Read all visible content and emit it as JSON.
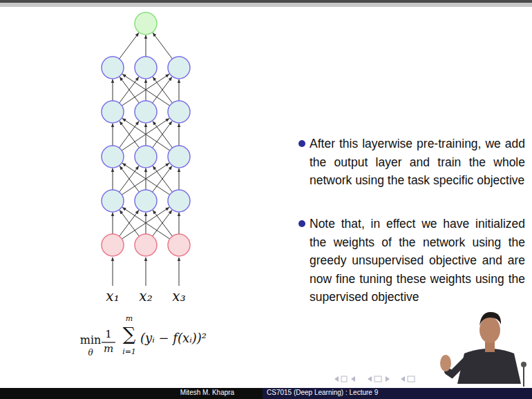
{
  "diagram": {
    "labels": [
      "x₁",
      "x₂",
      "x₃",
      "min",
      "θ",
      "1",
      "m",
      "∑",
      "m",
      "i=1",
      "(yᵢ − f(xᵢ))²",
      "After this layerwise pre-training, we add the output layer and train the whole network using the task specific objective",
      "Note that, in effect we have initialized the weights of the network using the greedy unsupervised objective and are now fine tuning these weights using the supervised objective",
      "Mitesh M. Khapra",
      "CS7015 (Deep Learning) : Lecture 9"
    ]
  }
}
